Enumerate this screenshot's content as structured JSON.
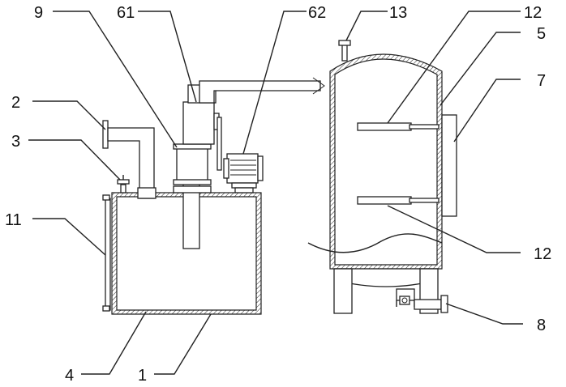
{
  "labels": {
    "l9": "9",
    "l61": "61",
    "l62": "62",
    "l13": "13",
    "l12a": "12",
    "l5": "5",
    "l2": "2",
    "l7": "7",
    "l3": "3",
    "l11": "11",
    "l12b": "12",
    "l8": "8",
    "l4": "4",
    "l1": "1"
  },
  "colors": {
    "line": "#222222",
    "background": "#ffffff"
  }
}
